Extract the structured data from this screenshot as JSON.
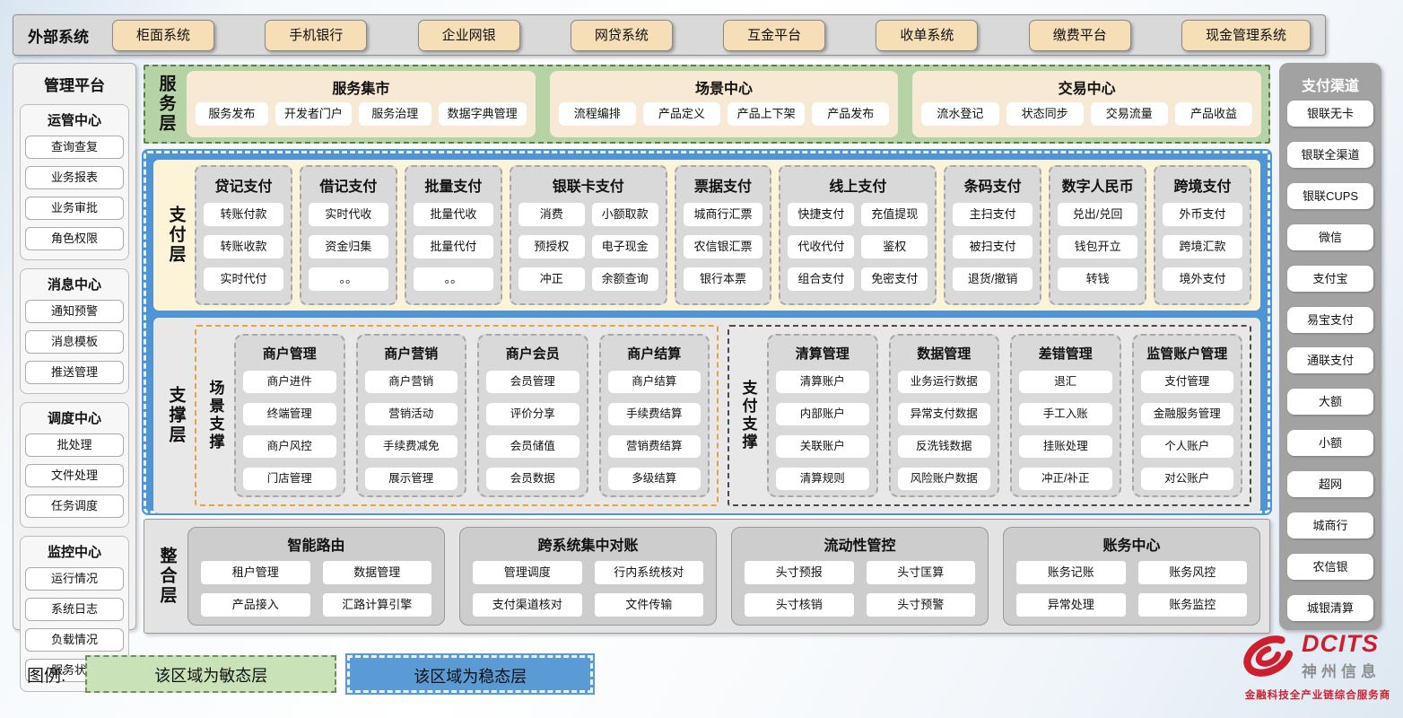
{
  "external_systems": {
    "label": "外部系统",
    "items": [
      "柜面系统",
      "手机银行",
      "企业网银",
      "网贷系统",
      "互金平台",
      "收单系统",
      "缴费平台",
      "现金管理系统"
    ]
  },
  "management_platform": {
    "title": "管理平台",
    "groups": [
      {
        "title": "运管中心",
        "items": [
          "查询查复",
          "业务报表",
          "业务审批",
          "角色权限"
        ]
      },
      {
        "title": "消息中心",
        "items": [
          "通知预警",
          "消息模板",
          "推送管理"
        ]
      },
      {
        "title": "调度中心",
        "items": [
          "批处理",
          "文件处理",
          "任务调度"
        ]
      },
      {
        "title": "监控中心",
        "items": [
          "运行情况",
          "系统日志",
          "负载情况",
          "服务状态"
        ]
      }
    ]
  },
  "service_layer": {
    "label": "服务层",
    "groups": [
      {
        "title": "服务集市",
        "items": [
          "服务发布",
          "开发者门户",
          "服务治理",
          "数据字典管理"
        ]
      },
      {
        "title": "场景中心",
        "items": [
          "流程编排",
          "产品定义",
          "产品上下架",
          "产品发布"
        ]
      },
      {
        "title": "交易中心",
        "items": [
          "流水登记",
          "状态同步",
          "交易流量",
          "产品收益"
        ]
      }
    ]
  },
  "payment_layer": {
    "label": "支付层",
    "columns": [
      {
        "title": "贷记支付",
        "cols": "1",
        "items": [
          "转账付款",
          "转账收款",
          "实时代付"
        ]
      },
      {
        "title": "借记支付",
        "cols": "1",
        "items": [
          "实时代收",
          "资金归集",
          "。。"
        ]
      },
      {
        "title": "批量支付",
        "cols": "1",
        "items": [
          "批量代收",
          "批量代付",
          "。。"
        ]
      },
      {
        "title": "银联卡支付",
        "cols": "2",
        "items": [
          "消费",
          "小额取款",
          "预授权",
          "电子现金",
          "冲正",
          "余额查询"
        ]
      },
      {
        "title": "票据支付",
        "cols": "1",
        "items": [
          "城商行汇票",
          "农信银汇票",
          "银行本票"
        ]
      },
      {
        "title": "线上支付",
        "cols": "2",
        "items": [
          "快捷支付",
          "充值提现",
          "代收代付",
          "鉴权",
          "组合支付",
          "免密支付"
        ]
      },
      {
        "title": "条码支付",
        "cols": "1",
        "items": [
          "主扫支付",
          "被扫支付",
          "退货/撤销"
        ]
      },
      {
        "title": "数字人民币",
        "cols": "1",
        "items": [
          "兑出/兑回",
          "钱包开立",
          "转钱"
        ]
      },
      {
        "title": "跨境支付",
        "cols": "1",
        "items": [
          "外币支付",
          "跨境汇款",
          "境外支付"
        ]
      }
    ]
  },
  "support_layer": {
    "label": "支撑层",
    "scene_support": {
      "label": "场景支撑",
      "columns": [
        {
          "title": "商户管理",
          "items": [
            "商户进件",
            "终端管理",
            "商户风控",
            "门店管理"
          ]
        },
        {
          "title": "商户营销",
          "items": [
            "商户营销",
            "营销活动",
            "手续费减免",
            "展示管理"
          ]
        },
        {
          "title": "商户会员",
          "items": [
            "会员管理",
            "评价分享",
            "会员储值",
            "会员数据"
          ]
        },
        {
          "title": "商户结算",
          "items": [
            "商户结算",
            "手续费结算",
            "营销费结算",
            "多级结算"
          ]
        }
      ]
    },
    "payment_support": {
      "label": "支付支撑",
      "columns": [
        {
          "title": "清算管理",
          "items": [
            "清算账户",
            "内部账户",
            "关联账户",
            "清算规则"
          ]
        },
        {
          "title": "数据管理",
          "items": [
            "业务运行数据",
            "异常支付数据",
            "反洗钱数据",
            "风险账户数据"
          ]
        },
        {
          "title": "差错管理",
          "items": [
            "退汇",
            "手工入账",
            "挂账处理",
            "冲正/补正"
          ]
        },
        {
          "title": "监管账户管理",
          "items": [
            "支付管理",
            "金融服务管理",
            "个人账户",
            "对公账户"
          ]
        }
      ]
    }
  },
  "integration_layer": {
    "label": "整合层",
    "groups": [
      {
        "title": "智能路由",
        "items": [
          "租户管理",
          "数据管理",
          "产品接入",
          "汇路计算引擎"
        ]
      },
      {
        "title": "跨系统集中对账",
        "items": [
          "管理调度",
          "行内系统核对",
          "支付渠道核对",
          "文件传输"
        ]
      },
      {
        "title": "流动性管控",
        "items": [
          "头寸预报",
          "头寸匡算",
          "头寸核销",
          "头寸预警"
        ]
      },
      {
        "title": "账务中心",
        "items": [
          "账务记账",
          "账务风控",
          "异常处理",
          "账务监控"
        ]
      }
    ]
  },
  "payment_channels": {
    "title": "支付渠道",
    "items": [
      "银联无卡",
      "银联全渠道",
      "银联CUPS",
      "微信",
      "支付宝",
      "易宝支付",
      "通联支付",
      "大额",
      "小额",
      "超网",
      "城商行",
      "农信银",
      "城银清算"
    ]
  },
  "legend": {
    "label": "图例:",
    "agile": "该区域为敏态层",
    "stable": "该区域为稳态层"
  },
  "logo": {
    "brand": "DCITS",
    "company": "神州信息",
    "tagline": "金融科技全产业链综合服务商"
  },
  "colors": {
    "agile_green": "#b5d3a4",
    "stable_blue": "#4f94d4",
    "payment_cream": "#fdf3d9",
    "panel_gray": "#d9d9d9",
    "external_tan": "#f6deb7",
    "scene_support_orange": "#e8a33d",
    "brand_red": "#cf1f2e"
  }
}
